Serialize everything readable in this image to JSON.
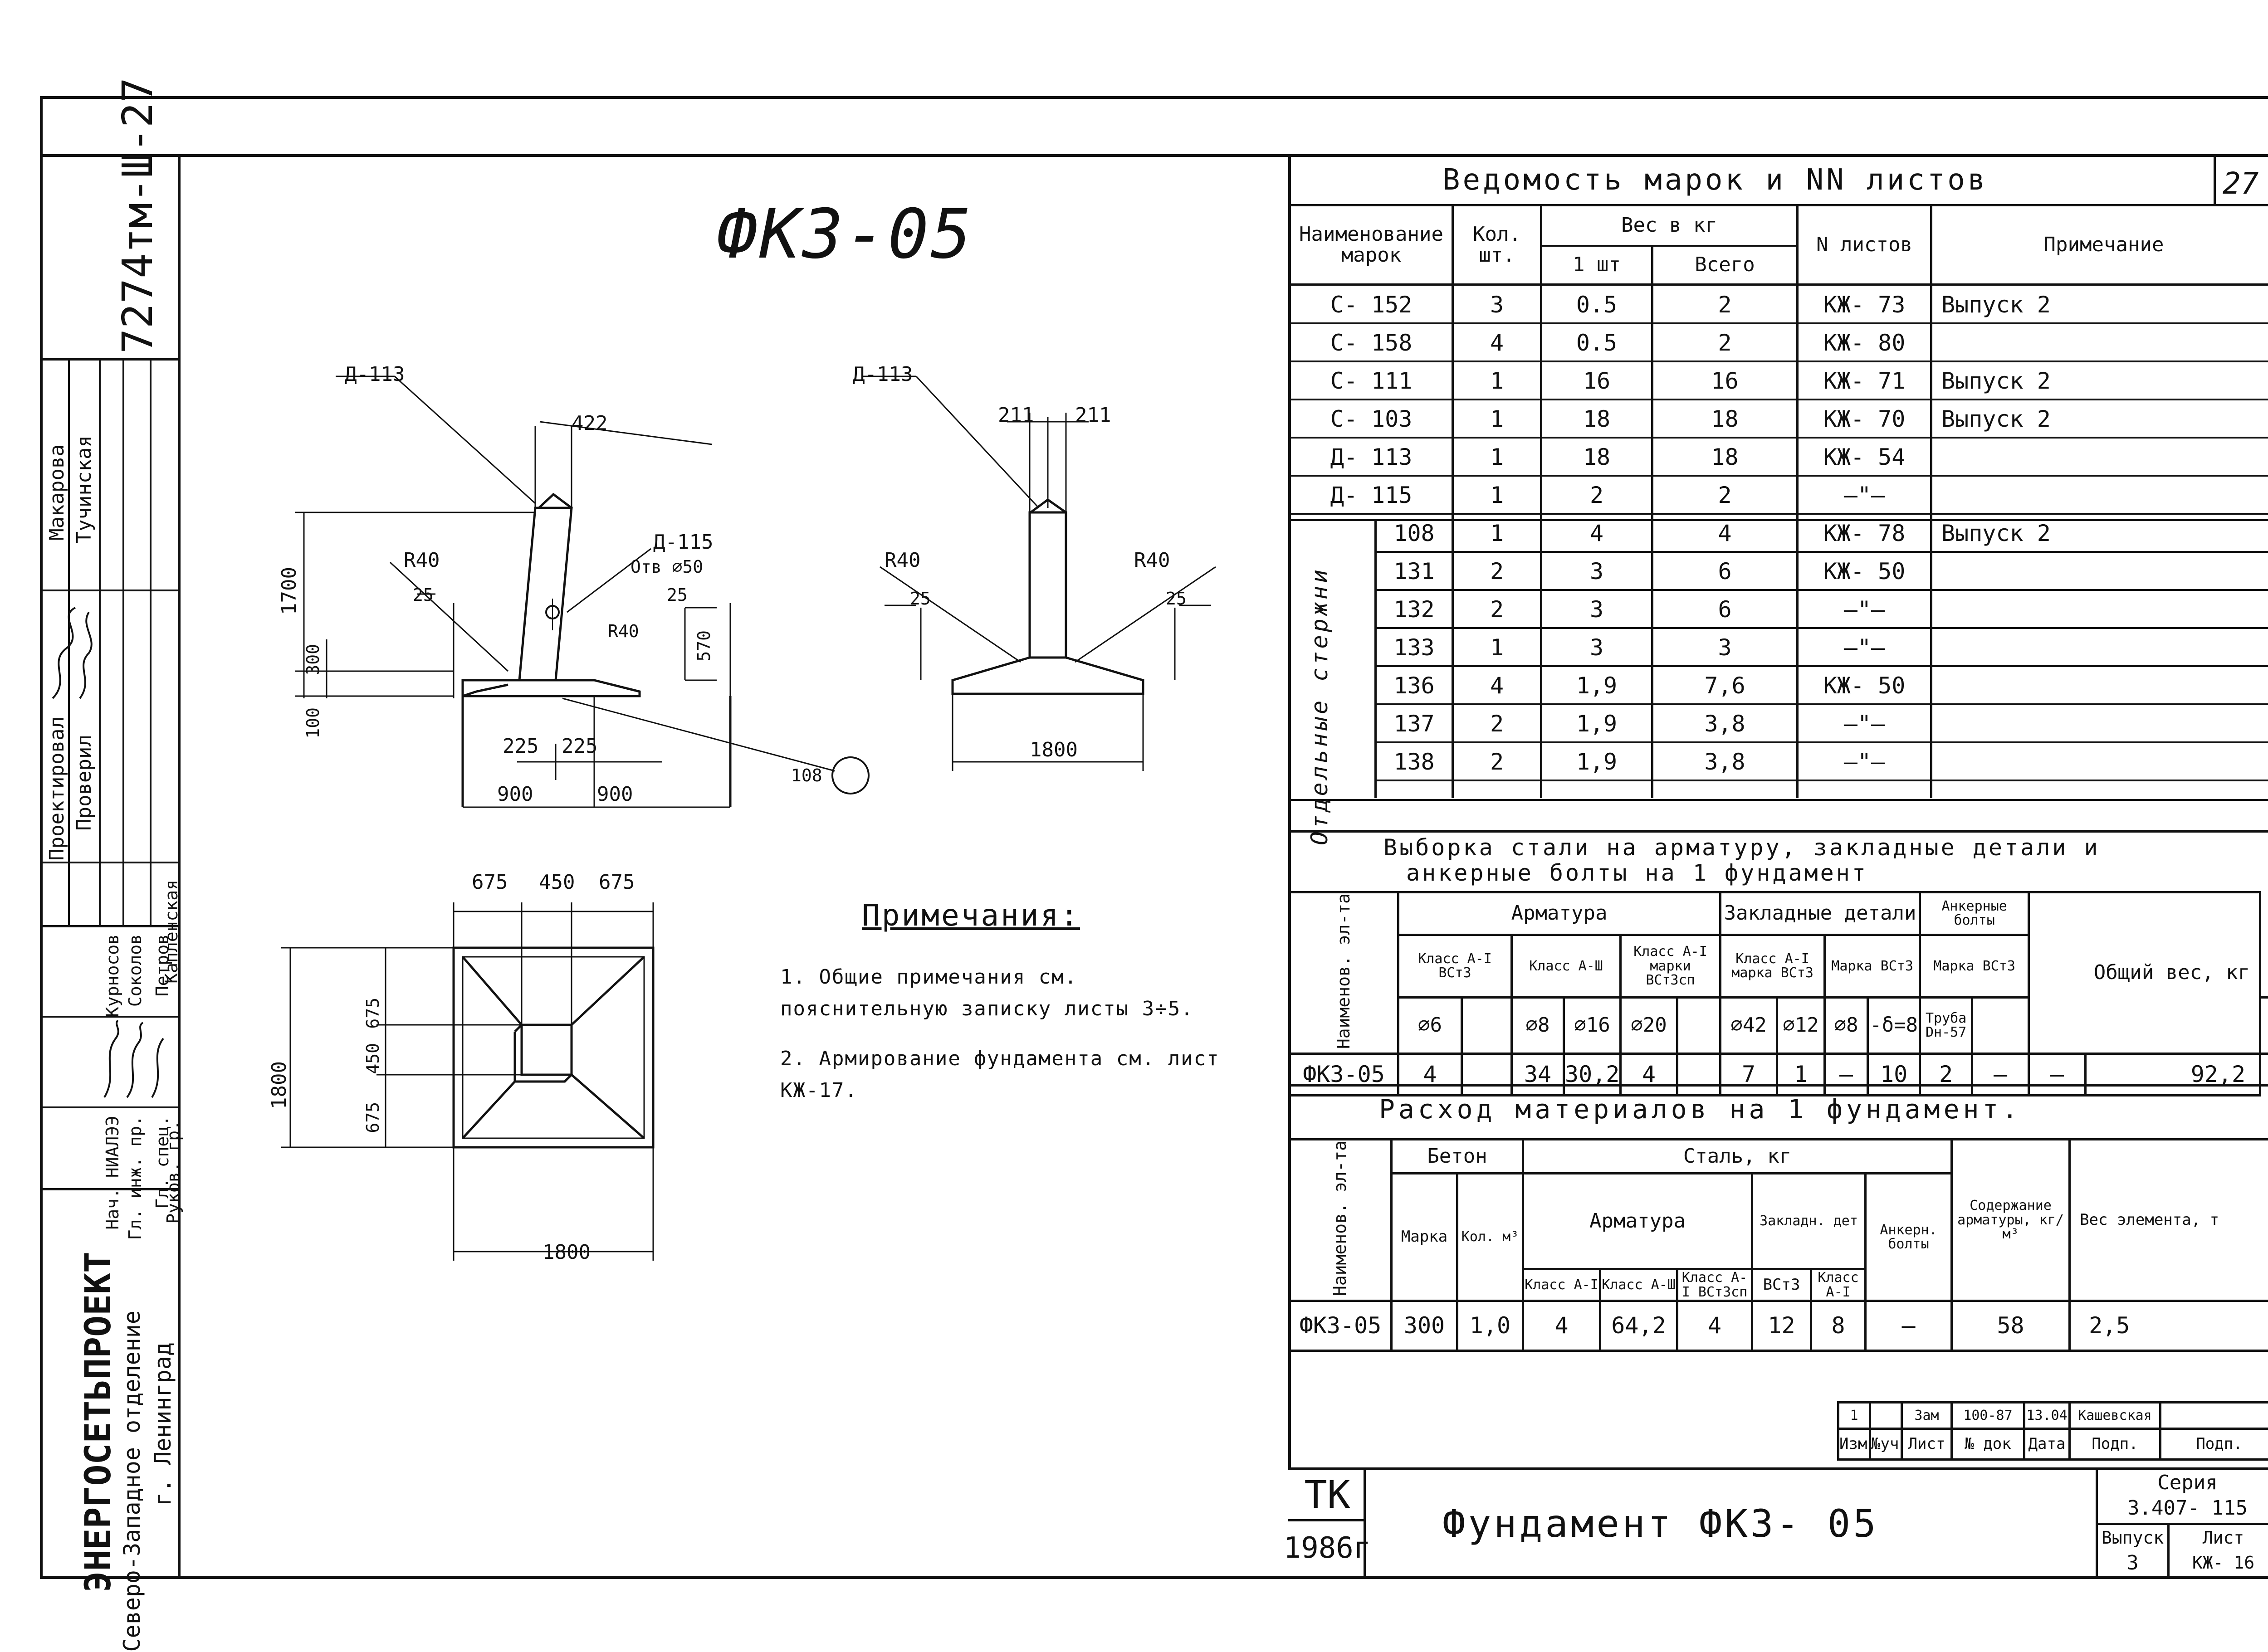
{
  "sheet_number": "27",
  "drawing_code": "7274тм-Ш-27",
  "organization": {
    "name": "ЭНЕРГОСЕТЬПРОЕКТ",
    "branch": "Северо-Западное отделение",
    "city": "г. Ленинград"
  },
  "signatures": {
    "designed_label": "Проектировал",
    "checked_label": "Проверил",
    "designed_name": "Макарова",
    "checked_name": "Тучинская",
    "roles": [
      "Гл. инж. пр.",
      "Гл. спец.",
      "Руков. гр.",
      "Нач. НИАЛЭЭ"
    ],
    "names": [
      "Курносов",
      "Соколов",
      "Петров",
      "Капленская"
    ]
  },
  "drawing_title": "ФКЗ-05",
  "dims": {
    "front": {
      "d113": "Д-113",
      "d115": "Д-115",
      "w422": "422",
      "hole": "Отв ⌀50",
      "r40a": "R40",
      "r40b": "R40",
      "d25a": "25",
      "d25b": "25",
      "h1700": "1700",
      "h300": "300",
      "h100": "100",
      "h570": "570",
      "w225a": "225",
      "w225b": "225",
      "w900a": "900",
      "w900b": "900"
    },
    "side": {
      "d113": "Д-113",
      "w211a": "211",
      "w211b": "211",
      "r40a": "R40",
      "r40b": "R40",
      "d25a": "25",
      "d25b": "25",
      "w1800": "1800"
    },
    "mark_108": "108",
    "plan": {
      "t675a": "675",
      "t450": "450",
      "t675b": "675",
      "h1800": "1800",
      "v675a": "675",
      "v450": "450",
      "v675b": "675",
      "b1800": "1800"
    }
  },
  "notes": {
    "title": "Примечания:",
    "items": [
      "1. Общие примечания см. пояснительную записку листы 3÷5.",
      "2. Армирование фундамента см. лист КЖ-17."
    ]
  },
  "marks_table": {
    "title": "Ведомость марок и NN листов",
    "headers": {
      "name": "Наименование марок",
      "qty": "Кол. шт.",
      "weight": "Вес в кг",
      "w1": "1 шт",
      "wt": "Всего",
      "sheets": "N листов",
      "note": "Примечание"
    },
    "group_label": "Отдельные стержни",
    "rows": [
      {
        "name": "С- 152",
        "qty": "3",
        "w1": "0.5",
        "wt": "2",
        "sheet": "КЖ- 73",
        "note": "Выпуск 2"
      },
      {
        "name": "С- 158",
        "qty": "4",
        "w1": "0.5",
        "wt": "2",
        "sheet": "КЖ- 80",
        "note": ""
      },
      {
        "name": "С- 111",
        "qty": "1",
        "w1": "16",
        "wt": "16",
        "sheet": "КЖ- 71",
        "note": "Выпуск 2"
      },
      {
        "name": "С- 103",
        "qty": "1",
        "w1": "18",
        "wt": "18",
        "sheet": "КЖ- 70",
        "note": "Выпуск 2"
      },
      {
        "name": "Д- 113",
        "qty": "1",
        "w1": "18",
        "wt": "18",
        "sheet": "КЖ- 54",
        "note": ""
      },
      {
        "name": "Д- 115",
        "qty": "1",
        "w1": "2",
        "wt": "2",
        "sheet": "—\"—",
        "note": ""
      },
      {
        "name": "108",
        "qty": "1",
        "w1": "4",
        "wt": "4",
        "sheet": "КЖ- 78",
        "note": "Выпуск 2"
      },
      {
        "name": "131",
        "qty": "2",
        "w1": "3",
        "wt": "6",
        "sheet": "КЖ- 50",
        "note": ""
      },
      {
        "name": "132",
        "qty": "2",
        "w1": "3",
        "wt": "6",
        "sheet": "—\"—",
        "note": ""
      },
      {
        "name": "133",
        "qty": "1",
        "w1": "3",
        "wt": "3",
        "sheet": "—\"—",
        "note": ""
      },
      {
        "name": "136",
        "qty": "4",
        "w1": "1,9",
        "wt": "7,6",
        "sheet": "КЖ- 50",
        "note": ""
      },
      {
        "name": "137",
        "qty": "2",
        "w1": "1,9",
        "wt": "3,8",
        "sheet": "—\"—",
        "note": ""
      },
      {
        "name": "138",
        "qty": "2",
        "w1": "1,9",
        "wt": "3,8",
        "sheet": "—\"—",
        "note": ""
      }
    ]
  },
  "steel_table": {
    "title1": "Выборка стали на арматуру, закладные детали и",
    "title2": "анкерные болты на 1 фундамент",
    "h_name": "Наименов. эл-та",
    "h_arm": "Арматура",
    "h_emb": "Закладные детали",
    "h_anchor": "Анкерные болты",
    "h_total": "Общий вес, кг",
    "h_c1": "Класс А-I ВСт3",
    "h_c2": "Класс А-Ш",
    "h_c3": "Класс А-I марки ВСт3сп",
    "h_c4": "Класс А-I марка ВСт3",
    "h_c5": "Марка ВСт3",
    "h_c6": "Марка ВСт3",
    "dias": [
      "⌀6",
      "",
      "⌀8",
      "⌀16",
      "⌀20",
      "",
      "⌀42",
      "⌀12",
      "⌀8",
      "-δ=8",
      "Труба Dн-57",
      "",
      ""
    ],
    "row": {
      "name": "ФКЗ-05",
      "vals": [
        "4",
        "",
        "34",
        "30,2",
        "4",
        "",
        "7",
        "1",
        "—",
        "10",
        "2",
        "—",
        "—"
      ],
      "total": "92,2"
    }
  },
  "materials_table": {
    "title": "Расход материалов на 1 фундамент.",
    "h_name": "Наименов. эл-та",
    "h_concrete": "Бетон",
    "h_grade": "Марка",
    "h_vol": "Кол. м³",
    "h_steel": "Сталь, кг",
    "h_arm": "Арматура",
    "h_a1": "Класс А-I",
    "h_a3": "Класс А-Ш",
    "h_a1s": "Класс А-I ВСт3сп",
    "h_emb": "Закладн. дет",
    "h_vst": "ВСт3",
    "h_ka1": "Класс А-I",
    "h_anch": "Анкерн. болты",
    "h_content": "Содержание арматуры, кг/м³",
    "h_weight": "Вес элемента, т",
    "row": {
      "name": "ФКЗ-05",
      "grade": "300",
      "vol": "1,0",
      "a1": "4",
      "a3": "64,2",
      "a1s": "4",
      "vst": "12",
      "ka1": "8",
      "anch": "—",
      "content": "58",
      "weight": "2,5"
    }
  },
  "revision": {
    "vals": [
      "1",
      "",
      "Зам",
      "100-87",
      "13.04",
      "Кашевская",
      ""
    ],
    "labels": [
      "Изм.",
      "№уч.",
      "Лист",
      "№ док",
      "Дата",
      "Подп.",
      "Подп."
    ]
  },
  "title_block": {
    "tk": "ТК",
    "year": "1986г",
    "name": "Фундамент ФКЗ- 05",
    "series_label": "Серия",
    "series": "3.407- 115",
    "issue_label": "Выпуск",
    "issue": "3",
    "sheet_label": "Лист",
    "sheet": "КЖ- 16"
  }
}
